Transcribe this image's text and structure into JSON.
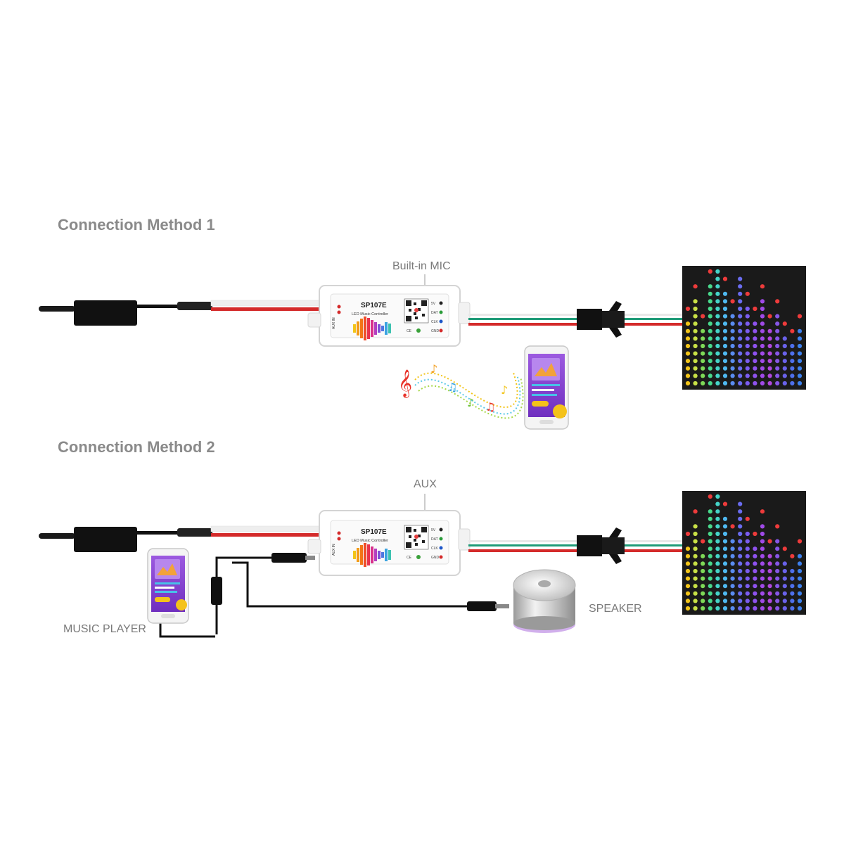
{
  "method1": {
    "title": "Connection Method 1",
    "callout": "Built-in MIC"
  },
  "method2": {
    "title": "Connection Method 2",
    "callout": "AUX",
    "music_player_label": "MUSIC PLAYER",
    "speaker_label": "SPEAKER"
  },
  "controller": {
    "model": "SP107E",
    "subtitle": "LED Music Controller",
    "aux_tag": "AUX IN",
    "pins": [
      "5V",
      "DAT",
      "CLK",
      "GND"
    ]
  },
  "icons": {
    "note": "music-note-icon",
    "power": "power-adapter-icon",
    "phone": "smartphone-icon",
    "speaker": "speaker-icon",
    "matrix": "led-matrix-icon"
  },
  "colors": {
    "wire_red": "#d42a2a",
    "wire_green": "#1f9b78",
    "wire_white": "#e8e8e8",
    "app_purple": "#8a3fd0",
    "app_yellow": "#f4c21a",
    "matrix_bg": "#1a1a1a"
  }
}
